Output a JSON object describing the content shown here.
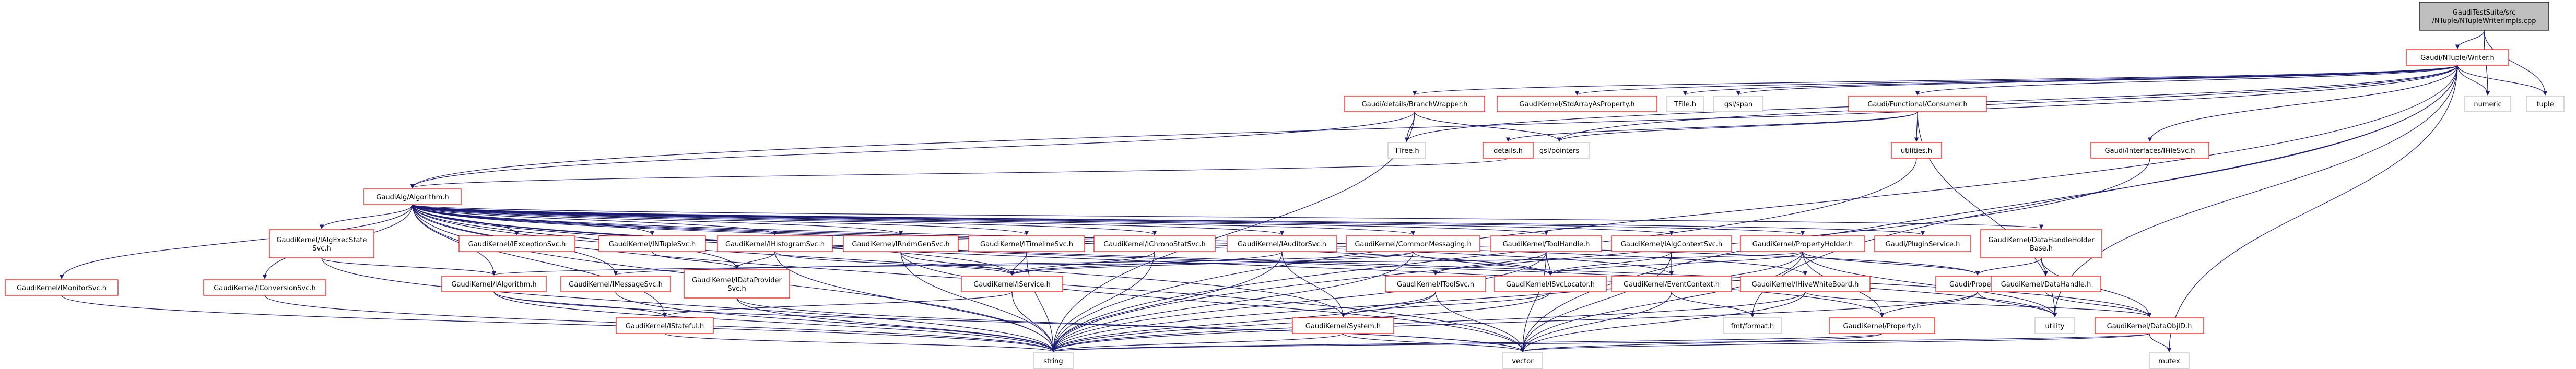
{
  "graph": {
    "colors": {
      "edge": "#191970",
      "node_border": "#ff0000",
      "node_text": "#000000",
      "root_fill": "#bfbfbf",
      "root_border": "#000000",
      "plain_border": "#bfbfbf",
      "background": "#ffffff"
    },
    "nodes": {
      "root": {
        "lines": [
          "GaudiTestSuite/src",
          "/NTuple/NTupleWriterImpls.cpp"
        ]
      },
      "writer": {
        "lines": [
          "Gaudi/NTuple/Writer.h"
        ]
      },
      "gaudialgorithm": {
        "lines": [
          "GaudiAlg/Algorithm.h"
        ]
      },
      "branchwrapper": {
        "lines": [
          "Gaudi/details/BranchWrapper.h"
        ]
      },
      "stdarrayasproperty": {
        "lines": [
          "GaudiKernel/StdArrayAsProperty.h"
        ]
      },
      "tfile": {
        "lines": [
          "TFile.h"
        ]
      },
      "gslspan": {
        "lines": [
          "gsl/span"
        ]
      },
      "functionalconsumer": {
        "lines": [
          "Gaudi/Functional/Consumer.h"
        ]
      },
      "numeric": {
        "lines": [
          "numeric"
        ]
      },
      "tuple": {
        "lines": [
          "tuple"
        ]
      },
      "ttree": {
        "lines": [
          "TTree.h"
        ]
      },
      "gslpointers": {
        "lines": [
          "gsl/pointers"
        ]
      },
      "details": {
        "lines": [
          "details.h"
        ]
      },
      "utilities": {
        "lines": [
          "utilities.h"
        ]
      },
      "ifilesvc": {
        "lines": [
          "Gaudi/Interfaces/IFileSvc.h"
        ]
      },
      "monitorsvc": {
        "lines": [
          "GaudiKernel/IMonitorSvc.h"
        ]
      },
      "ialgexecstatesvc": {
        "lines": [
          "GaudiKernel/IAlgExecState",
          "Svc.h"
        ]
      },
      "conversionsvc": {
        "lines": [
          "GaudiKernel/IConversionSvc.h"
        ]
      },
      "exceptionsvc": {
        "lines": [
          "GaudiKernel/IExceptionSvc.h"
        ]
      },
      "ntuplesvc": {
        "lines": [
          "GaudiKernel/INTupleSvc.h"
        ]
      },
      "histogramsvc": {
        "lines": [
          "GaudiKernel/IHistogramSvc.h"
        ]
      },
      "rndmgensvc": {
        "lines": [
          "GaudiKernel/IRndmGenSvc.h"
        ]
      },
      "timelinesvc": {
        "lines": [
          "GaudiKernel/ITimelineSvc.h"
        ]
      },
      "chronostatsvc": {
        "lines": [
          "GaudiKernel/IChronoStatSvc.h"
        ]
      },
      "auditorsvc": {
        "lines": [
          "GaudiKernel/IAuditorSvc.h"
        ]
      },
      "commonmessaging": {
        "lines": [
          "GaudiKernel/CommonMessaging.h"
        ]
      },
      "toolhandle": {
        "lines": [
          "GaudiKernel/ToolHandle.h"
        ]
      },
      "ialgcontextsvc": {
        "lines": [
          "GaudiKernel/IAlgContextSvc.h"
        ]
      },
      "propertyholder": {
        "lines": [
          "GaudiKernel/PropertyHolder.h"
        ]
      },
      "ipluginservice": {
        "lines": [
          "Gaudi/PluginService.h"
        ]
      },
      "datahandleholderbase": {
        "lines": [
          "GaudiKernel/DataHandleHolder",
          "Base.h"
        ]
      },
      "ialgorithm": {
        "lines": [
          "GaudiKernel/IAlgorithm.h"
        ]
      },
      "imessagesvc": {
        "lines": [
          "GaudiKernel/IMessageSvc.h"
        ]
      },
      "idataprovidersvc": {
        "lines": [
          "GaudiKernel/IDataProvider",
          "Svc.h"
        ]
      },
      "iservice": {
        "lines": [
          "GaudiKernel/IService.h"
        ]
      },
      "itoolsvc": {
        "lines": [
          "GaudiKernel/IToolSvc.h"
        ]
      },
      "isvclocator": {
        "lines": [
          "GaudiKernel/ISvcLocator.h"
        ]
      },
      "eventcontext": {
        "lines": [
          "GaudiKernel/EventContext.h"
        ]
      },
      "hivewhiteboard": {
        "lines": [
          "GaudiKernel/IHiveWhiteBoard.h"
        ]
      },
      "property": {
        "lines": [
          "Gaudi/Property.h"
        ]
      },
      "datahandle": {
        "lines": [
          "GaudiKernel/DataHandle.h"
        ]
      },
      "istateful": {
        "lines": [
          "GaudiKernel/IStateful.h"
        ]
      },
      "system": {
        "lines": [
          "GaudiKernel/System.h"
        ]
      },
      "fmtformat": {
        "lines": [
          "fmt/format.h"
        ]
      },
      "gkproperty": {
        "lines": [
          "GaudiKernel/Property.h"
        ]
      },
      "utility": {
        "lines": [
          "utility"
        ]
      },
      "dataobjid": {
        "lines": [
          "GaudiKernel/DataObjID.h"
        ]
      },
      "string": {
        "lines": [
          "string"
        ]
      },
      "vector": {
        "lines": [
          "vector"
        ]
      },
      "mutex": {
        "lines": [
          "mutex"
        ]
      }
    }
  }
}
